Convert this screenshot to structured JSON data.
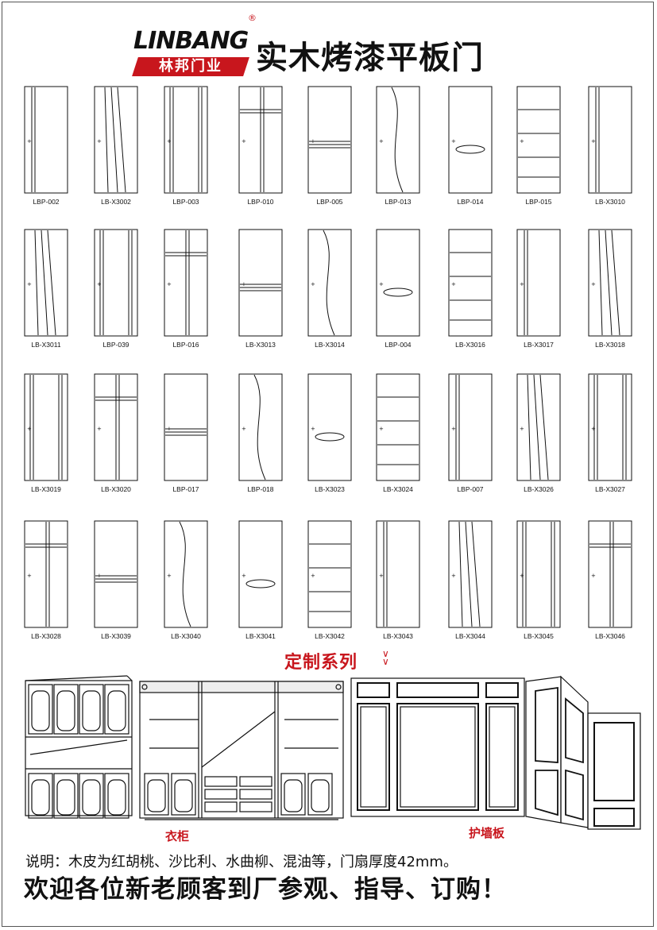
{
  "brand": {
    "name": "LINBANG",
    "registered": "®",
    "tagline": "林邦门业"
  },
  "title": "实木烤漆平板门",
  "doors": [
    [
      {
        "code": "LBP-002"
      },
      {
        "code": "LB-X3002"
      },
      {
        "code": "LBP-003"
      },
      {
        "code": "LBP-010"
      },
      {
        "code": "LBP-005"
      },
      {
        "code": "LBP-013"
      },
      {
        "code": "LBP-014"
      },
      {
        "code": "LBP-015"
      },
      {
        "code": "LB-X3010"
      }
    ],
    [
      {
        "code": "LB-X3011"
      },
      {
        "code": "LBP-039"
      },
      {
        "code": "LBP-016"
      },
      {
        "code": "LB-X3013"
      },
      {
        "code": "LB-X3014"
      },
      {
        "code": "LBP-004"
      },
      {
        "code": "LB-X3016"
      },
      {
        "code": "LB-X3017"
      },
      {
        "code": "LB-X3018"
      }
    ],
    [
      {
        "code": "LB-X3019"
      },
      {
        "code": "LB-X3020"
      },
      {
        "code": "LBP-017"
      },
      {
        "code": "LBP-018"
      },
      {
        "code": "LB-X3023"
      },
      {
        "code": "LB-X3024"
      },
      {
        "code": "LBP-007"
      },
      {
        "code": "LB-X3026"
      },
      {
        "code": "LB-X3027"
      }
    ],
    [
      {
        "code": "LB-X3028"
      },
      {
        "code": "LB-X3039"
      },
      {
        "code": "LB-X3040"
      },
      {
        "code": "LB-X3041"
      },
      {
        "code": "LB-X3042"
      },
      {
        "code": "LB-X3043"
      },
      {
        "code": "LB-X3044"
      },
      {
        "code": "LB-X3045"
      },
      {
        "code": "LB-X3046"
      }
    ]
  ],
  "custom_series": {
    "title": "定制系列",
    "wardrobe_caption": "衣柜",
    "wall_panel_caption": "护墙板"
  },
  "note": "说明：木皮为红胡桃、沙比利、水曲柳、混油等，门扇厚度42mm。",
  "welcome": "欢迎各位新老顾客到厂参观、指导、订购！",
  "colors": {
    "accent": "#c8161d",
    "line": "#111111"
  }
}
